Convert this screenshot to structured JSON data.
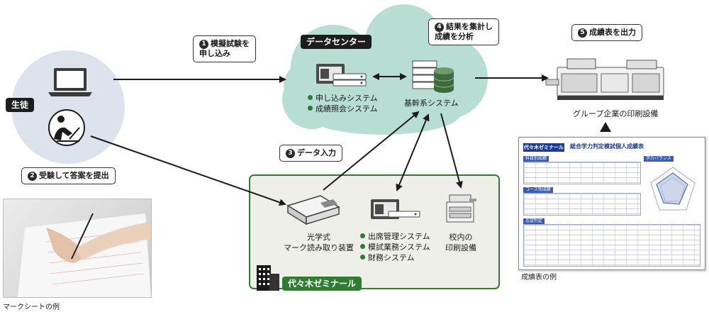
{
  "student": {
    "label": "生徒"
  },
  "steps": {
    "step1": {
      "num": "1",
      "text_line1": "模擬試験を",
      "text_line2": "申し込み"
    },
    "step2": {
      "num": "2",
      "text": "受験して答案を提出"
    },
    "step3": {
      "num": "3",
      "text": "データ入力"
    },
    "step4": {
      "num": "4",
      "text_line1": "結果を集計し",
      "text_line2": "成績を分析"
    },
    "step5": {
      "num": "5",
      "text": "成績表を出力"
    }
  },
  "data_center": {
    "label": "データセンター",
    "systems": [
      "申し込みシステム",
      "成績照会システム"
    ],
    "core_system": "基幹系システム"
  },
  "printing": {
    "label": "グループ企業の印刷設備"
  },
  "school": {
    "label": "代々木ゼミナール",
    "ocr_line1": "光学式",
    "ocr_line2": "マーク読み取り装置",
    "systems": [
      "出席管理システム",
      "模試業務システム",
      "財務システム"
    ],
    "printer_line1": "校内の",
    "printer_line2": "印刷設備"
  },
  "captions": {
    "report": "成績表の例",
    "mark_sheet": "マークシートの例"
  },
  "report": {
    "logo": "代々木ゼミナール",
    "title": "総合学力判定模試個人成績表",
    "section1": "科目別成績",
    "section2": "コース別成績",
    "section3": "志望判定",
    "section4": "学力バランス"
  },
  "colors": {
    "cloud": "#b7ddd4",
    "school_bg": "#efefea",
    "school_border": "#2e7d32",
    "student_circle": "#dde3ec"
  }
}
